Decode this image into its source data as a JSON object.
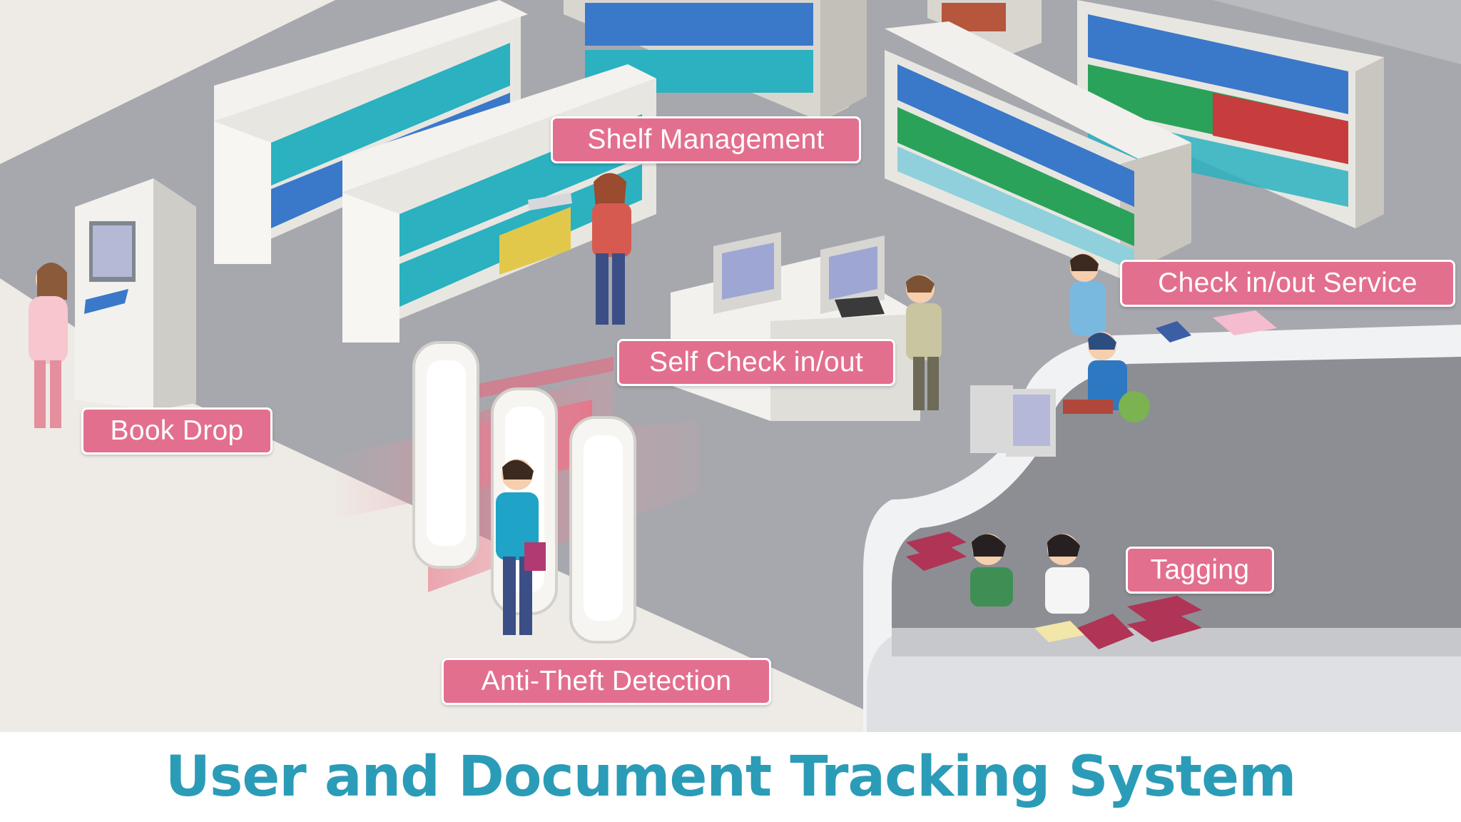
{
  "caption": "User and Document Tracking System",
  "labels": {
    "shelf_management": "Shelf Management",
    "check_service": "Check in/out Service",
    "self_check": "Self Check in/out",
    "book_drop": "Book Drop",
    "tagging": "Tagging",
    "anti_theft": "Anti-Theft Detection"
  },
  "colors": {
    "floor": "#a6a8ad",
    "light_floor": "#eeebe6",
    "shelf": "#e8e6e1",
    "callout": "#e36f8e",
    "caption": "#2b9cb7",
    "book_teal": "#2bb1c0",
    "book_blue": "#3a78c9"
  }
}
